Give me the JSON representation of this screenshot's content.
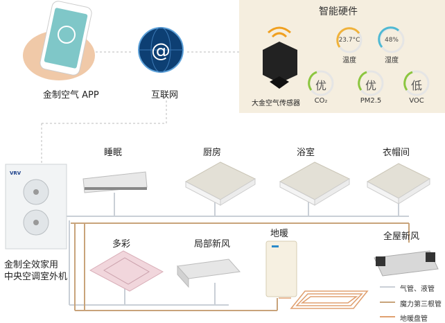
{
  "hardware": {
    "title": "智能硬件",
    "sensor_label": "大金空气传感器",
    "temperature": {
      "value": "23.7°C",
      "name": "温度"
    },
    "humidity": {
      "value": "48%",
      "name": "湿度"
    },
    "co2": {
      "value": "优",
      "name": "CO₂"
    },
    "pm25": {
      "value": "优",
      "name": "PM2.5"
    },
    "voc": {
      "value": "低",
      "name": "VOC"
    }
  },
  "top": {
    "app_label": "金制空气 APP",
    "internet_label": "互联网"
  },
  "rooms": {
    "sleep": "睡眠",
    "kitchen": "厨房",
    "bath": "浴室",
    "closet": "衣帽间"
  },
  "units": {
    "outdoor": "金制全效家用\n中央空调室外机",
    "duocai": "多彩",
    "local_fresh": "局部新风",
    "floor_heat": "地暖",
    "whole_fresh": "全屋新风"
  },
  "legend": [
    {
      "label": "气管、液管",
      "color": "#c9cfd6"
    },
    {
      "label": "魔力第三根管",
      "color": "#c8a37a"
    },
    {
      "label": "地暖盘管",
      "color": "#e0a070"
    }
  ]
}
